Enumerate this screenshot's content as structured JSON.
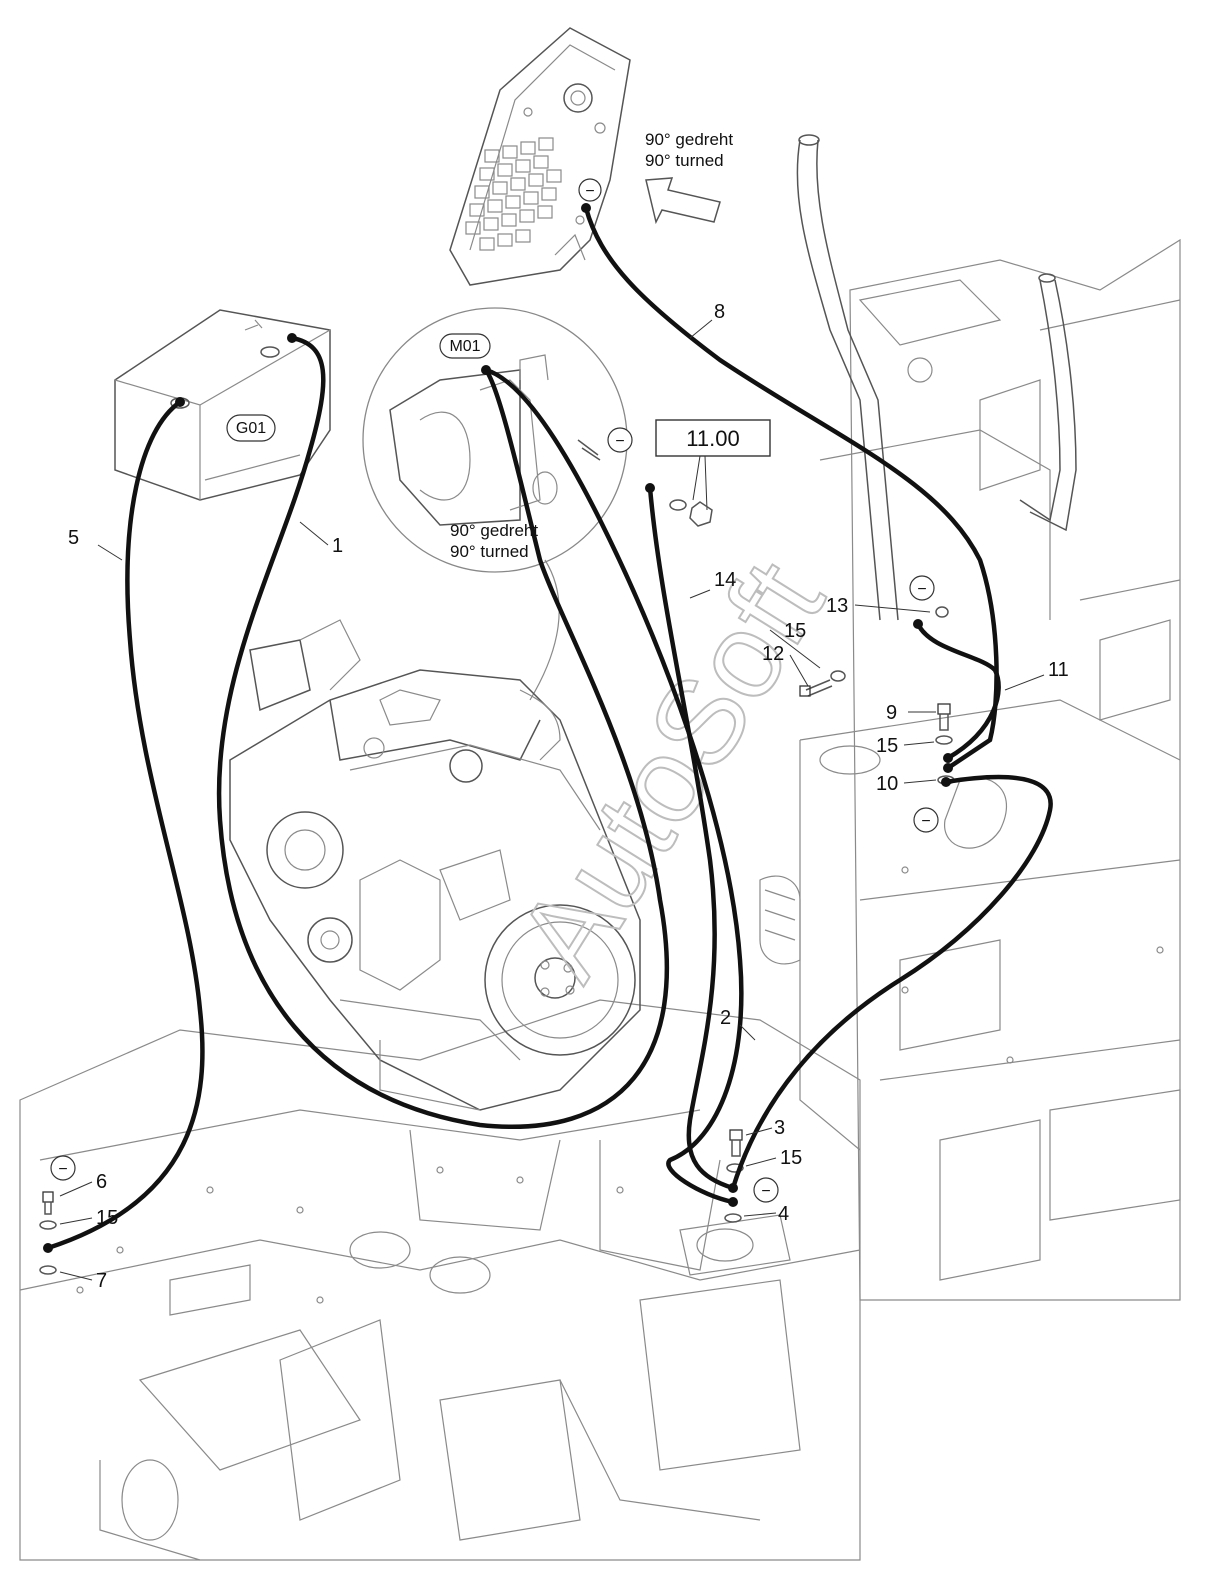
{
  "watermark": "AutoSoft",
  "notes": {
    "rotated_de": "90° gedreht",
    "rotated_en": "90° turned"
  },
  "reference_box": "11.00",
  "component_tags": {
    "battery": "G01",
    "starter": "M01"
  },
  "ground_symbol": "−",
  "callouts": {
    "c1": "1",
    "c2": "2",
    "c3": "3",
    "c4": "4",
    "c5": "5",
    "c6": "6",
    "c7": "7",
    "c8": "8",
    "c9": "9",
    "c10": "10",
    "c11": "11",
    "c12": "12",
    "c13": "13",
    "c14": "14",
    "c15a": "15",
    "c15b": "15",
    "c15c": "15",
    "c15d": "15"
  },
  "colors": {
    "cable": "#111111",
    "linework": "#8a8a8a"
  }
}
